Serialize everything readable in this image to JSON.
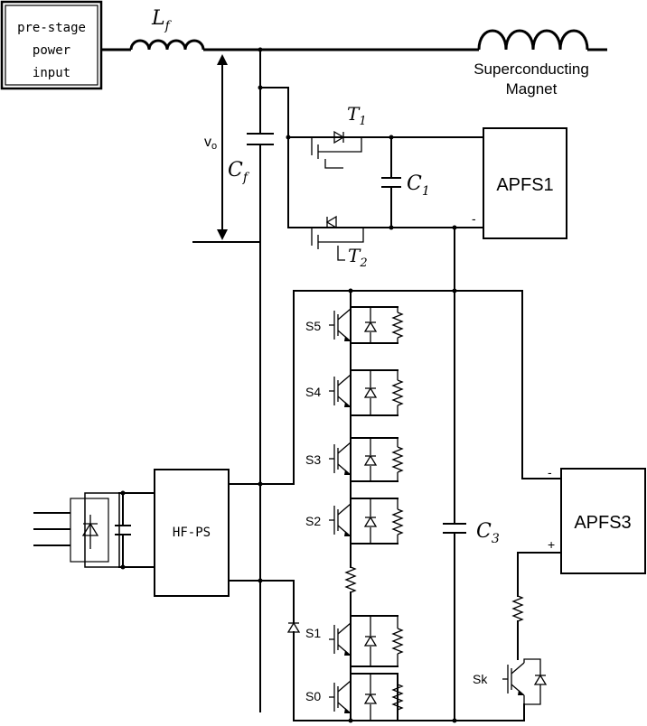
{
  "input_box": {
    "line1": "pre-stage",
    "line2": "power",
    "line3": "input"
  },
  "magnet": {
    "line1": "Superconducting",
    "line2": "Magnet"
  },
  "inductor": {
    "symbol": "L",
    "sub": "f"
  },
  "capacitor_f": {
    "symbol": "C",
    "sub": "f"
  },
  "voltage": {
    "label": "v",
    "sub": "o"
  },
  "t1": {
    "symbol": "T",
    "sub": "1"
  },
  "t2": {
    "symbol": "T",
    "sub": "2"
  },
  "c1": {
    "symbol": "C",
    "sub": "1"
  },
  "c3": {
    "symbol": "C",
    "sub": "3"
  },
  "apfs1": {
    "label": "APFS1",
    "minus": "-"
  },
  "apfs3": {
    "label": "APFS3",
    "minus": "-",
    "plus": "+"
  },
  "hfps": {
    "label": "HF-PS"
  },
  "switches": {
    "s5": "S5",
    "s4": "S4",
    "s3": "S3",
    "s2": "S2",
    "s1": "S1",
    "s0": "S0",
    "sk": "Sk"
  }
}
